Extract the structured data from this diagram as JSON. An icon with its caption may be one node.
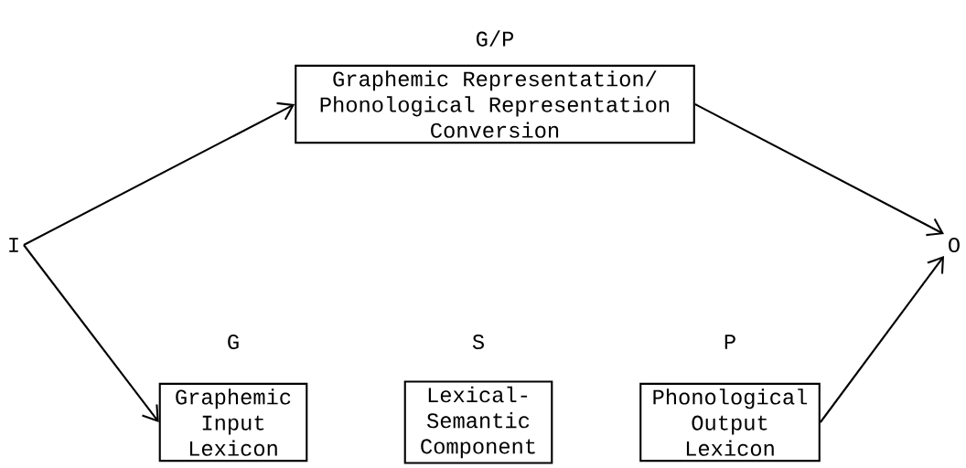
{
  "diagram": {
    "nodes": [
      {
        "text": [
          "I"
        ]
      },
      {
        "text": [
          "G/P",
          "Graphemic Representation/ Phonological Representation Conversion"
        ]
      },
      {
        "text": [
          "G",
          "Graphemic Input Lexicon"
        ]
      },
      {
        "text": [
          "S",
          "Lexical- Semantic Component"
        ]
      },
      {
        "text": [
          "P",
          "Phonological Output Lexicon"
        ]
      },
      {
        "text": [
          "O"
        ]
      }
    ],
    "edges": [
      {
        "from": 0,
        "to": 1,
        "arrow": "to"
      },
      {
        "from": 1,
        "to": 5,
        "arrow": "to"
      },
      {
        "from": 0,
        "to": 2,
        "arrow": "to"
      },
      {
        "from": 4,
        "to": 5,
        "arrow": "to"
      }
    ]
  }
}
